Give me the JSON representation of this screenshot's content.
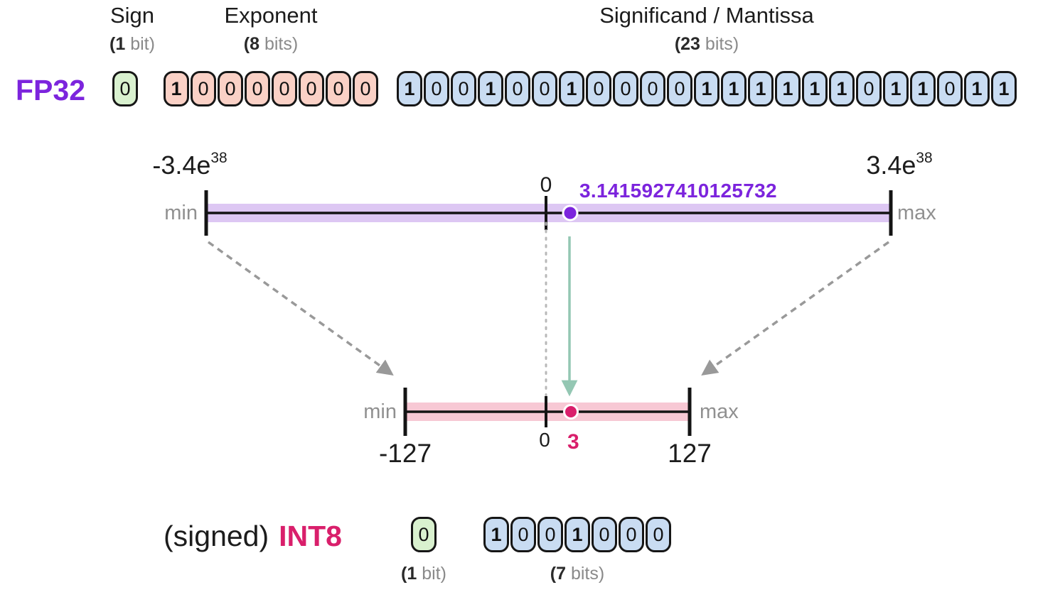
{
  "colors": {
    "purple": "#7c24dd",
    "crimson": "#d91f6b",
    "green_fill": "#d9f1cf",
    "salmon_fill": "#fad1c6",
    "blue_fill": "#c9dcf2",
    "purple_band": "#ddc7f3",
    "pink_band": "#f7c8d4",
    "gray_arrow": "#999999",
    "teal": "#94c7b3"
  },
  "header": {
    "sign": {
      "label": "Sign",
      "pre": "(",
      "bold": "1",
      "post": " bit)"
    },
    "exponent": {
      "label": "Exponent",
      "pre": "(",
      "bold": "8",
      "post": " bits)"
    },
    "mantissa": {
      "label": "Significand / Mantissa",
      "pre": "(",
      "bold": "23",
      "post": " bits)"
    }
  },
  "fp32": {
    "label": "FP32",
    "sign_bits": [
      "0"
    ],
    "exponent_bits": [
      "1",
      "0",
      "0",
      "0",
      "0",
      "0",
      "0",
      "0"
    ],
    "mantissa_bits": [
      "1",
      "0",
      "0",
      "1",
      "0",
      "0",
      "1",
      "0",
      "0",
      "0",
      "0",
      "1",
      "1",
      "1",
      "1",
      "1",
      "1",
      "0",
      "1",
      "1",
      "0",
      "1",
      "1"
    ]
  },
  "fp32_axis": {
    "min_label": "min",
    "max_label": "max",
    "min_value": "-3.4e",
    "min_exp": "38",
    "max_value": "3.4e",
    "max_exp": "38",
    "zero": "0",
    "point_value": "3.1415927410125732"
  },
  "int8_axis": {
    "min_label": "min",
    "max_label": "max",
    "min_value": "-127",
    "max_value": "127",
    "zero": "0",
    "point_value": "3"
  },
  "int8": {
    "prefix": "(signed)",
    "label": "INT8",
    "sign_bits": [
      "0"
    ],
    "value_bits": [
      "1",
      "0",
      "0",
      "1",
      "0",
      "0",
      "0"
    ],
    "sign_sub": {
      "pre": "(",
      "bold": "1",
      "post": " bit)"
    },
    "bits_sub": {
      "pre": "(",
      "bold": "7",
      "post": " bits)"
    }
  }
}
